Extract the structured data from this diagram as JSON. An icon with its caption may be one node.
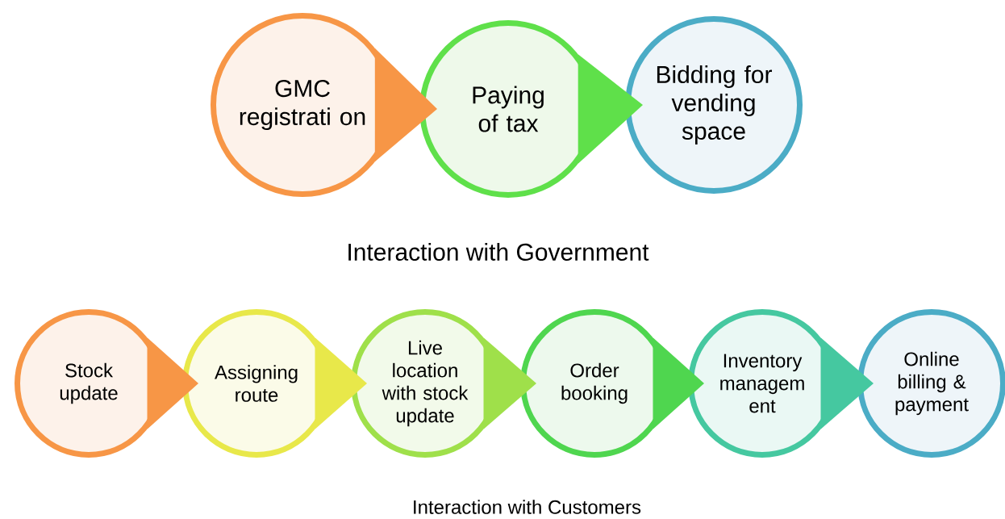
{
  "diagram": {
    "nodes": [
      {
        "text": [
          "GMC registrati on"
        ]
      },
      {
        "text": [
          "Paying of tax"
        ]
      },
      {
        "text": [
          "Bidding for vending space"
        ]
      },
      {
        "text": [
          "Stock update"
        ]
      },
      {
        "text": [
          "Assigning route"
        ]
      },
      {
        "text": [
          "Live location with stock update"
        ]
      },
      {
        "text": [
          "Order booking"
        ]
      },
      {
        "text": [
          "Inventory managem ent"
        ]
      },
      {
        "text": [
          "Online billing & payment"
        ]
      }
    ],
    "edges": [
      {
        "from": 0,
        "to": 1,
        "arrow": "to"
      },
      {
        "from": 1,
        "to": 2,
        "arrow": "to"
      },
      {
        "from": 3,
        "to": 4,
        "arrow": "to"
      },
      {
        "from": 4,
        "to": 5,
        "arrow": "to"
      },
      {
        "from": 5,
        "to": 6,
        "arrow": "to"
      },
      {
        "from": 6,
        "to": 7,
        "arrow": "to"
      },
      {
        "from": 7,
        "to": 8,
        "arrow": "to"
      }
    ],
    "labels": [
      "Interaction with Government",
      "Interaction with Customers"
    ]
  }
}
